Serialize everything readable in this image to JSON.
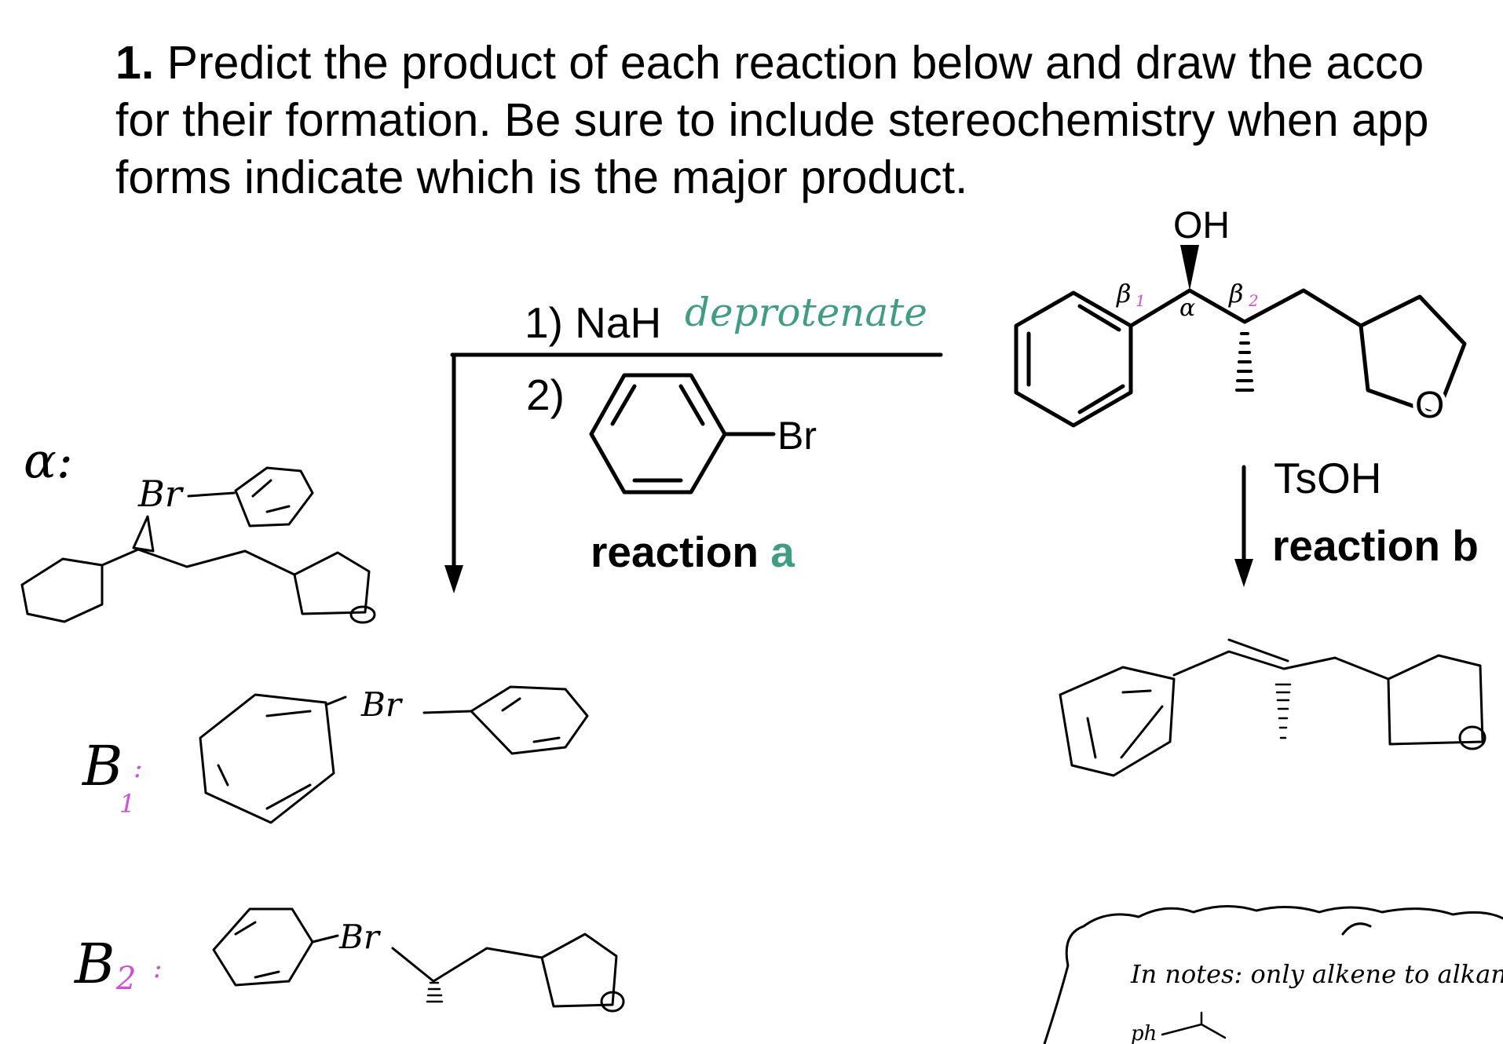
{
  "question": {
    "number": "1.",
    "lines": [
      "Predict the product of each reaction below and draw the acco",
      "for their formation. Be sure to include stereochemistry when app",
      "forms indicate which is the major product."
    ]
  },
  "reaction_a": {
    "step1": "1) NaH",
    "step1_annotation": "deprotenate",
    "step2": "2)",
    "reagent_substituent": "Br",
    "label_prefix": "reaction ",
    "label_letter": "a"
  },
  "reaction_b": {
    "reagent": "TsOH",
    "label": "reaction b"
  },
  "starting_material": {
    "hydroxyl": "OH",
    "ring_oxygen": "O",
    "alpha_mark": "α",
    "beta_mark": "β",
    "beta1_sub": "1",
    "beta2_sub": "2"
  },
  "handwritten": {
    "alpha_label": "α:",
    "alpha_br": "Br",
    "b1_label": "B",
    "b1_sub": "1",
    "b1_colon": ":",
    "b1_br": "Br",
    "b2_label": "B",
    "b2_sub": "2",
    "b2_colon": ":",
    "b2_br": "Br",
    "note": "In notes: only alkene to alkane",
    "note_cut": "ph"
  },
  "colors": {
    "teal": "#3f9e82",
    "magenta": "#cf4fd6",
    "ink": "#000000"
  }
}
